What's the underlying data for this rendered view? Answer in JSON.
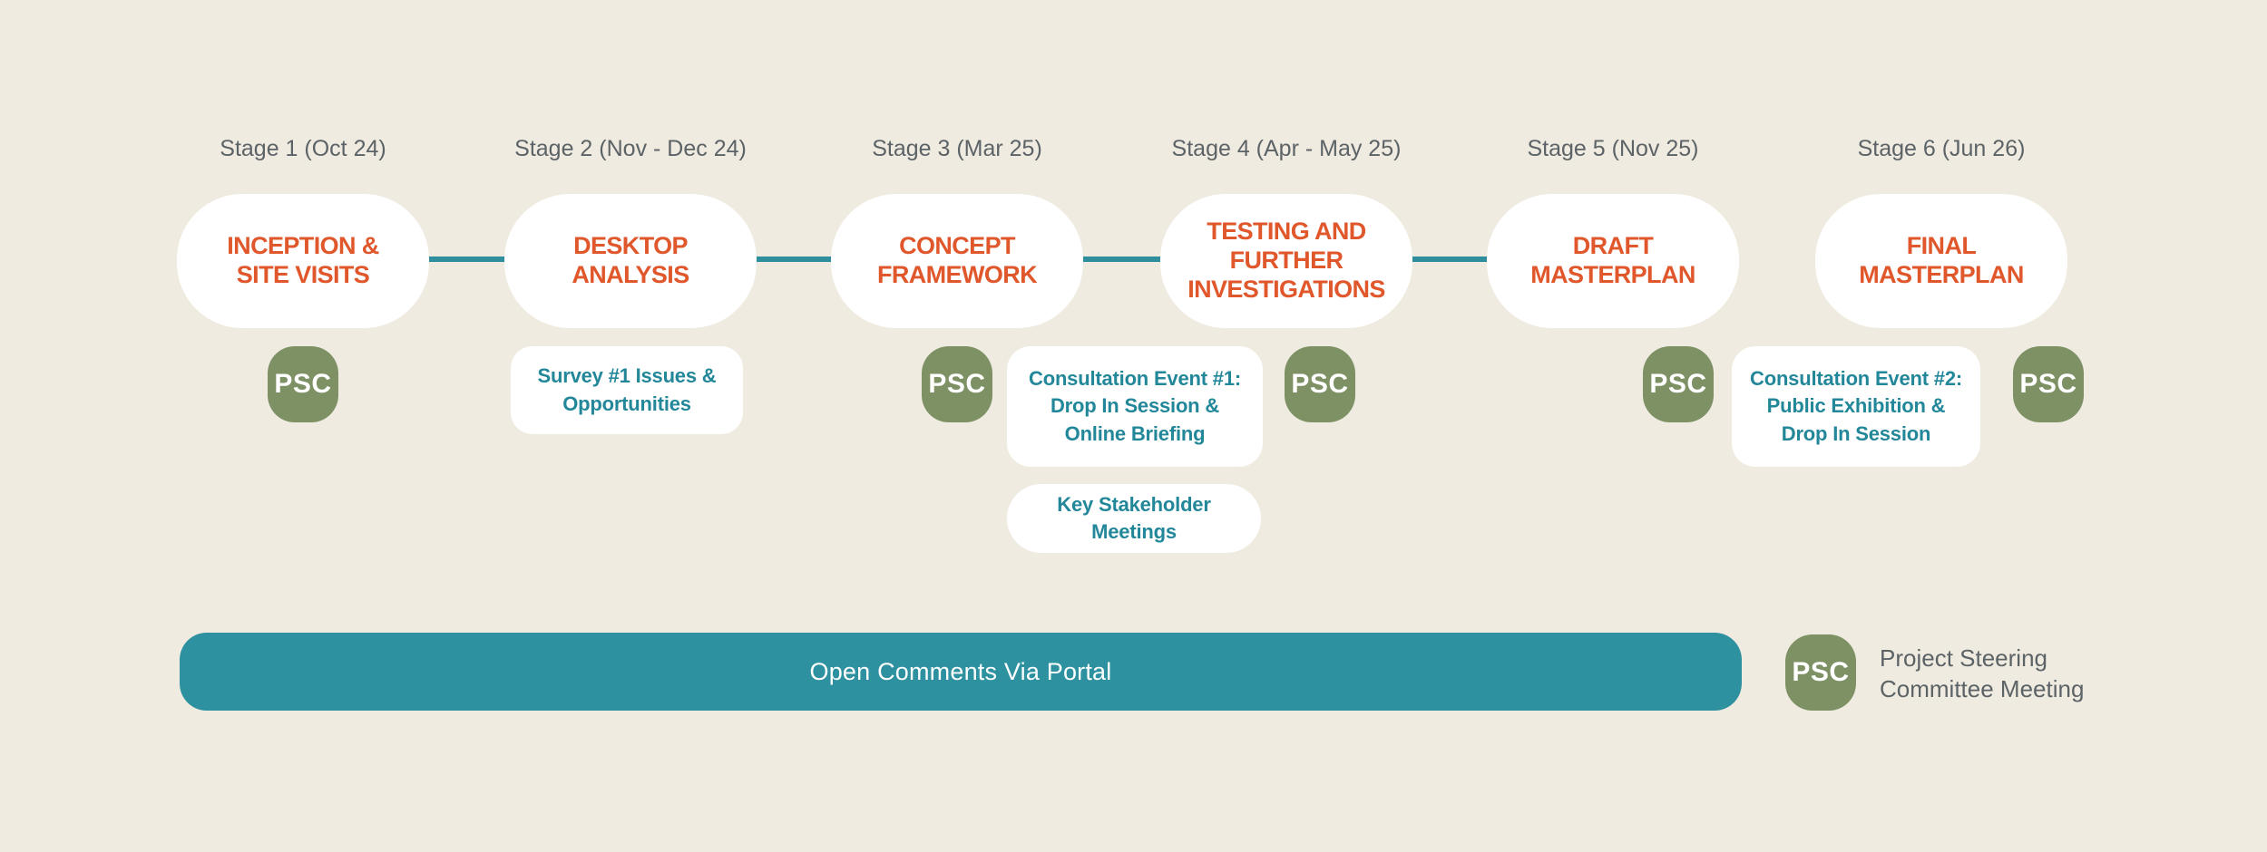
{
  "colors": {
    "background": "#f0ebe0",
    "card_white": "#ffffff",
    "stage_title_orange": "#e0572b",
    "teal": "#2d91a0",
    "note_text_teal": "#23879a",
    "psc_green": "#7d9164",
    "label_gray": "#5c6367"
  },
  "stages": [
    {
      "label": "Stage 1 (Oct 24)",
      "title": "INCEPTION &\nSITE VISITS"
    },
    {
      "label": "Stage 2 (Nov - Dec 24)",
      "title": "DESKTOP\nANALYSIS"
    },
    {
      "label": "Stage 3 (Mar 25)",
      "title": "CONCEPT\nFRAMEWORK"
    },
    {
      "label": "Stage 4 (Apr - May 25)",
      "title": "TESTING AND\nFURTHER\nINVESTIGATIONS"
    },
    {
      "label": "Stage 5 (Nov 25)",
      "title": "DRAFT\nMASTERPLAN"
    },
    {
      "label": "Stage 6 (Jun 26)",
      "title": "FINAL\nMASTERPLAN"
    }
  ],
  "psc_badge_label": "PSC",
  "notes": [
    {
      "text": "Survey #1 Issues &\nOpportunities"
    },
    {
      "text": "Consultation Event #1:\nDrop In Session &\nOnline Briefing"
    },
    {
      "text": "Key Stakeholder\nMeetings"
    },
    {
      "text": "Consultation Event #2:\nPublic Exhibition &\nDrop In Session"
    }
  ],
  "portal_bar": {
    "label": "Open Comments Via Portal"
  },
  "legend": {
    "badge": "PSC",
    "text": "Project Steering\nCommittee Meeting"
  }
}
